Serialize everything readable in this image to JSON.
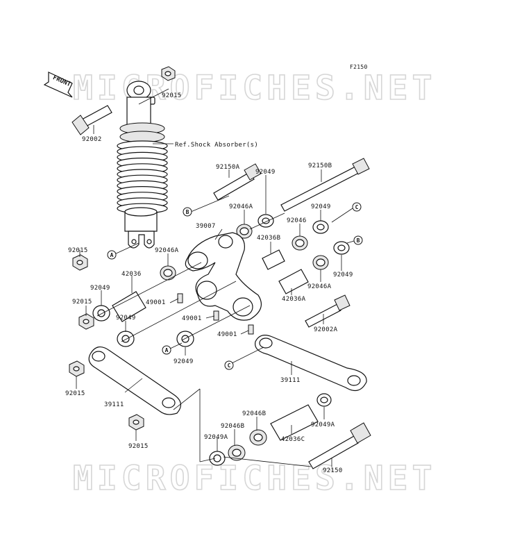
{
  "diagram": {
    "code": "F2150",
    "watermark": "MICROFICHES.NET",
    "front_label": "FRONT",
    "reference_note": "Ref.Shock Absorber(s)",
    "callouts": [
      {
        "id": "p92015a",
        "text": "92015"
      },
      {
        "id": "p92002",
        "text": "92002"
      },
      {
        "id": "p92150a",
        "text": "92150A"
      },
      {
        "id": "p92150b",
        "text": "92150B"
      },
      {
        "id": "p92049a",
        "text": "92049"
      },
      {
        "id": "p92049b",
        "text": "92049"
      },
      {
        "id": "p92046a1",
        "text": "92046A"
      },
      {
        "id": "p92046",
        "text": "92046"
      },
      {
        "id": "p39007",
        "text": "39007"
      },
      {
        "id": "p42036b",
        "text": "42036B"
      },
      {
        "id": "p92015b",
        "text": "92015"
      },
      {
        "id": "p92046a2",
        "text": "92046A"
      },
      {
        "id": "p92049c",
        "text": "92049"
      },
      {
        "id": "p42036",
        "text": "42036"
      },
      {
        "id": "p92046a3",
        "text": "92046A"
      },
      {
        "id": "p92049d",
        "text": "92049"
      },
      {
        "id": "p92015c",
        "text": "92015"
      },
      {
        "id": "p49001a",
        "text": "49001"
      },
      {
        "id": "p42036a",
        "text": "42036A"
      },
      {
        "id": "p92049e",
        "text": "92049"
      },
      {
        "id": "p49001b",
        "text": "49001"
      },
      {
        "id": "p92002a",
        "text": "92002A"
      },
      {
        "id": "p49001c",
        "text": "49001"
      },
      {
        "id": "p92049f",
        "text": "92049"
      },
      {
        "id": "p92015d",
        "text": "92015"
      },
      {
        "id": "p39111a",
        "text": "39111"
      },
      {
        "id": "p39111b",
        "text": "39111"
      },
      {
        "id": "p92046b1",
        "text": "92046B"
      },
      {
        "id": "p92046b2",
        "text": "92046B"
      },
      {
        "id": "p92049a2",
        "text": "92049A"
      },
      {
        "id": "p92049a3",
        "text": "92049A"
      },
      {
        "id": "p42036c",
        "text": "42036C"
      },
      {
        "id": "p92015e",
        "text": "92015"
      },
      {
        "id": "p92150",
        "text": "92150"
      }
    ],
    "markers": [
      {
        "id": "m1",
        "text": "A"
      },
      {
        "id": "m2",
        "text": "B"
      },
      {
        "id": "m3",
        "text": "C"
      },
      {
        "id": "m4",
        "text": "B"
      },
      {
        "id": "m5",
        "text": "A"
      },
      {
        "id": "m6",
        "text": "C"
      }
    ]
  }
}
